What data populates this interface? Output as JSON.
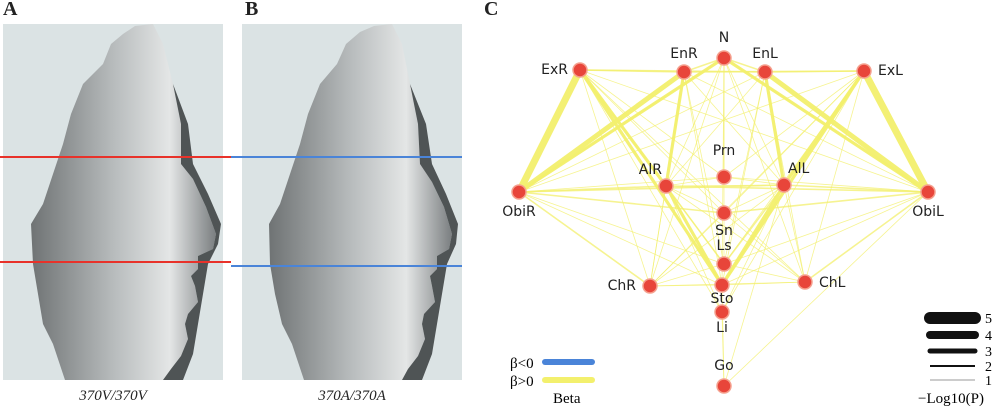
{
  "panels": {
    "a": {
      "letter": "A",
      "caption": "370V/370V"
    },
    "b": {
      "letter": "B",
      "caption": "370A/370A"
    },
    "c": {
      "letter": "C"
    }
  },
  "colors": {
    "line_a": "#e8322a",
    "line_b": "#4a84d8",
    "positive_edge": "#f3f06d",
    "negative_edge": "#4a84d8",
    "node": "#e8453a",
    "face_bg": "#dbe3e4"
  },
  "network": {
    "nodes": [
      {
        "id": "N",
        "label": "N"
      },
      {
        "id": "ExR",
        "label": "ExR"
      },
      {
        "id": "EnR",
        "label": "EnR"
      },
      {
        "id": "EnL",
        "label": "EnL"
      },
      {
        "id": "ExL",
        "label": "ExL"
      },
      {
        "id": "ObiR",
        "label": "ObiR"
      },
      {
        "id": "ObiL",
        "label": "ObiL"
      },
      {
        "id": "AlR",
        "label": "AlR"
      },
      {
        "id": "AlL",
        "label": "AlL"
      },
      {
        "id": "Prn",
        "label": "Prn"
      },
      {
        "id": "Sn",
        "label": "Sn"
      },
      {
        "id": "Ls",
        "label": "Ls"
      },
      {
        "id": "Sto",
        "label": "Sto"
      },
      {
        "id": "Li",
        "label": "Li"
      },
      {
        "id": "ChR",
        "label": "ChR"
      },
      {
        "id": "ChL",
        "label": "ChL"
      },
      {
        "id": "Go",
        "label": "Go"
      }
    ],
    "edges": [
      [
        "ExR",
        "ObiR",
        5
      ],
      [
        "ExL",
        "ObiL",
        5
      ],
      [
        "EnR",
        "ObiR",
        4
      ],
      [
        "EnL",
        "ObiL",
        4
      ],
      [
        "N",
        "ObiR",
        3
      ],
      [
        "N",
        "ObiL",
        3
      ],
      [
        "ExR",
        "AlR",
        3
      ],
      [
        "ExL",
        "AlL",
        3
      ],
      [
        "EnR",
        "AlR",
        3
      ],
      [
        "EnL",
        "AlL",
        3
      ],
      [
        "ExR",
        "Sto",
        3
      ],
      [
        "ExL",
        "Sto",
        3
      ],
      [
        "AlR",
        "Sto",
        3
      ],
      [
        "AlL",
        "Sto",
        3
      ],
      [
        "AlR",
        "Ls",
        2
      ],
      [
        "AlL",
        "Ls",
        2
      ],
      [
        "ObiR",
        "AlR",
        2
      ],
      [
        "ObiL",
        "AlL",
        2
      ],
      [
        "ObiR",
        "ChR",
        2
      ],
      [
        "ObiL",
        "ChL",
        2
      ],
      [
        "ExR",
        "EnR",
        2
      ],
      [
        "ExL",
        "EnL",
        2
      ],
      [
        "N",
        "EnR",
        2
      ],
      [
        "N",
        "EnL",
        2
      ],
      [
        "ExR",
        "EnL",
        2
      ],
      [
        "ExL",
        "EnR",
        2
      ],
      [
        "ObiR",
        "Sn",
        2
      ],
      [
        "ObiL",
        "Sn",
        2
      ],
      [
        "ObiR",
        "AlL",
        2
      ],
      [
        "ObiL",
        "AlR",
        2
      ],
      [
        "ObiR",
        "Prn",
        1
      ],
      [
        "ObiL",
        "Prn",
        1
      ],
      [
        "ObiR",
        "Ls",
        1
      ],
      [
        "ObiL",
        "Ls",
        1
      ],
      [
        "ObiR",
        "Sto",
        1
      ],
      [
        "ObiL",
        "Sto",
        1
      ],
      [
        "ObiR",
        "ExL",
        1
      ],
      [
        "ObiL",
        "ExR",
        1
      ],
      [
        "ObiR",
        "EnL",
        1
      ],
      [
        "ObiL",
        "EnR",
        1
      ],
      [
        "ObiR",
        "N",
        1
      ],
      [
        "ObiL",
        "N",
        1
      ],
      [
        "ExR",
        "ChR",
        1
      ],
      [
        "ExL",
        "ChL",
        1
      ],
      [
        "ExR",
        "Prn",
        1
      ],
      [
        "ExL",
        "Prn",
        1
      ],
      [
        "ExR",
        "Sn",
        1
      ],
      [
        "ExL",
        "Sn",
        1
      ],
      [
        "ExR",
        "Ls",
        1
      ],
      [
        "ExL",
        "Ls",
        1
      ],
      [
        "ExR",
        "Li",
        1
      ],
      [
        "ExL",
        "Li",
        1
      ],
      [
        "ExR",
        "ChL",
        1
      ],
      [
        "ExL",
        "ChR",
        1
      ],
      [
        "EnR",
        "Sto",
        1
      ],
      [
        "EnL",
        "Sto",
        1
      ],
      [
        "EnR",
        "Ls",
        1
      ],
      [
        "EnL",
        "Ls",
        1
      ],
      [
        "EnR",
        "ChR",
        1
      ],
      [
        "EnL",
        "ChL",
        1
      ],
      [
        "EnR",
        "AlL",
        1
      ],
      [
        "EnL",
        "AlR",
        1
      ],
      [
        "N",
        "AlR",
        1
      ],
      [
        "N",
        "AlL",
        1
      ],
      [
        "N",
        "Ls",
        1
      ],
      [
        "N",
        "Sto",
        1
      ],
      [
        "N",
        "ChR",
        1
      ],
      [
        "N",
        "ChL",
        1
      ],
      [
        "N",
        "Prn",
        1
      ],
      [
        "AlR",
        "AlL",
        1
      ],
      [
        "AlR",
        "ChR",
        1
      ],
      [
        "AlL",
        "ChL",
        1
      ],
      [
        "AlR",
        "ChL",
        1
      ],
      [
        "AlL",
        "ChR",
        1
      ],
      [
        "AlR",
        "Sn",
        1
      ],
      [
        "AlL",
        "Sn",
        1
      ],
      [
        "AlR",
        "Li",
        1
      ],
      [
        "AlL",
        "Li",
        1
      ],
      [
        "AlR",
        "Prn",
        1
      ],
      [
        "AlL",
        "Prn",
        1
      ],
      [
        "ChR",
        "Sto",
        1
      ],
      [
        "ChL",
        "Sto",
        1
      ],
      [
        "ChR",
        "Ls",
        1
      ],
      [
        "ChL",
        "Ls",
        1
      ],
      [
        "ChR",
        "Sn",
        1
      ],
      [
        "ChL",
        "Sn",
        1
      ],
      [
        "ChR",
        "ChL",
        1
      ],
      [
        "Sto",
        "Go",
        1
      ],
      [
        "Li",
        "Go",
        1
      ],
      [
        "AlL",
        "Go",
        1
      ],
      [
        "ObiL",
        "Go",
        1
      ]
    ]
  },
  "legend": {
    "neg_label": "β<0",
    "pos_label": "β>0",
    "title": "Beta"
  },
  "width_legend": {
    "levels": [
      "5",
      "4",
      "3",
      "2",
      "1"
    ],
    "title": "−Log10(P)"
  }
}
